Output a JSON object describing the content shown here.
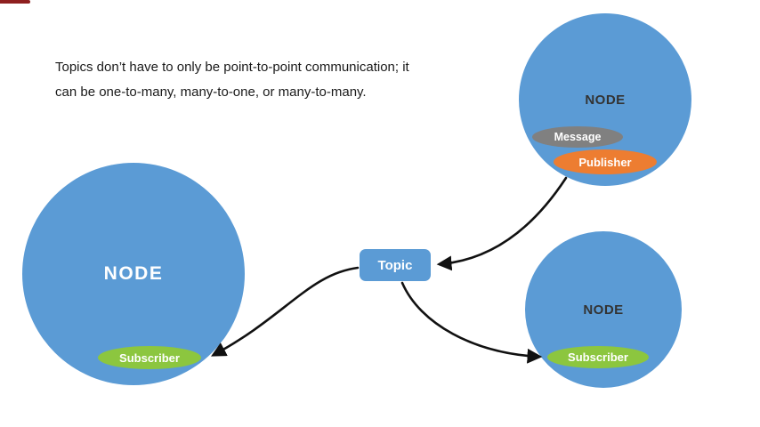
{
  "caption": {
    "line1": "Topics don’t have to only be point-to-point communication; it",
    "line2": "can be one-to-many, many-to-one, or many-to-many."
  },
  "nodes": {
    "left": {
      "label": "NODE",
      "subscriber_label": "Subscriber"
    },
    "top_right": {
      "label": "NODE",
      "message_label": "Message",
      "publisher_label": "Publisher"
    },
    "bottom_right": {
      "label": "NODE",
      "subscriber_label": "Subscriber"
    }
  },
  "topic": {
    "label": "Topic"
  },
  "colors": {
    "node_blue": "#5b9bd5",
    "subscriber_green": "#8cc63f",
    "publisher_orange": "#ed7d31",
    "message_gray": "#808080",
    "arrow_black": "#111111",
    "progress_red": "#8e1f1f"
  }
}
